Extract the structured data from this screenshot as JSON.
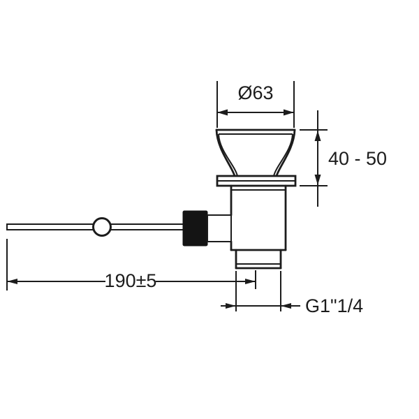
{
  "diagram": {
    "type": "technical-drawing",
    "dimensions": {
      "top_diameter": "Ø63",
      "height_range": "40 - 50",
      "lever_length": "190±5",
      "thread_size": "G1\"1/4"
    },
    "colors": {
      "line": "#1c1c1c",
      "background": "#ffffff"
    }
  }
}
